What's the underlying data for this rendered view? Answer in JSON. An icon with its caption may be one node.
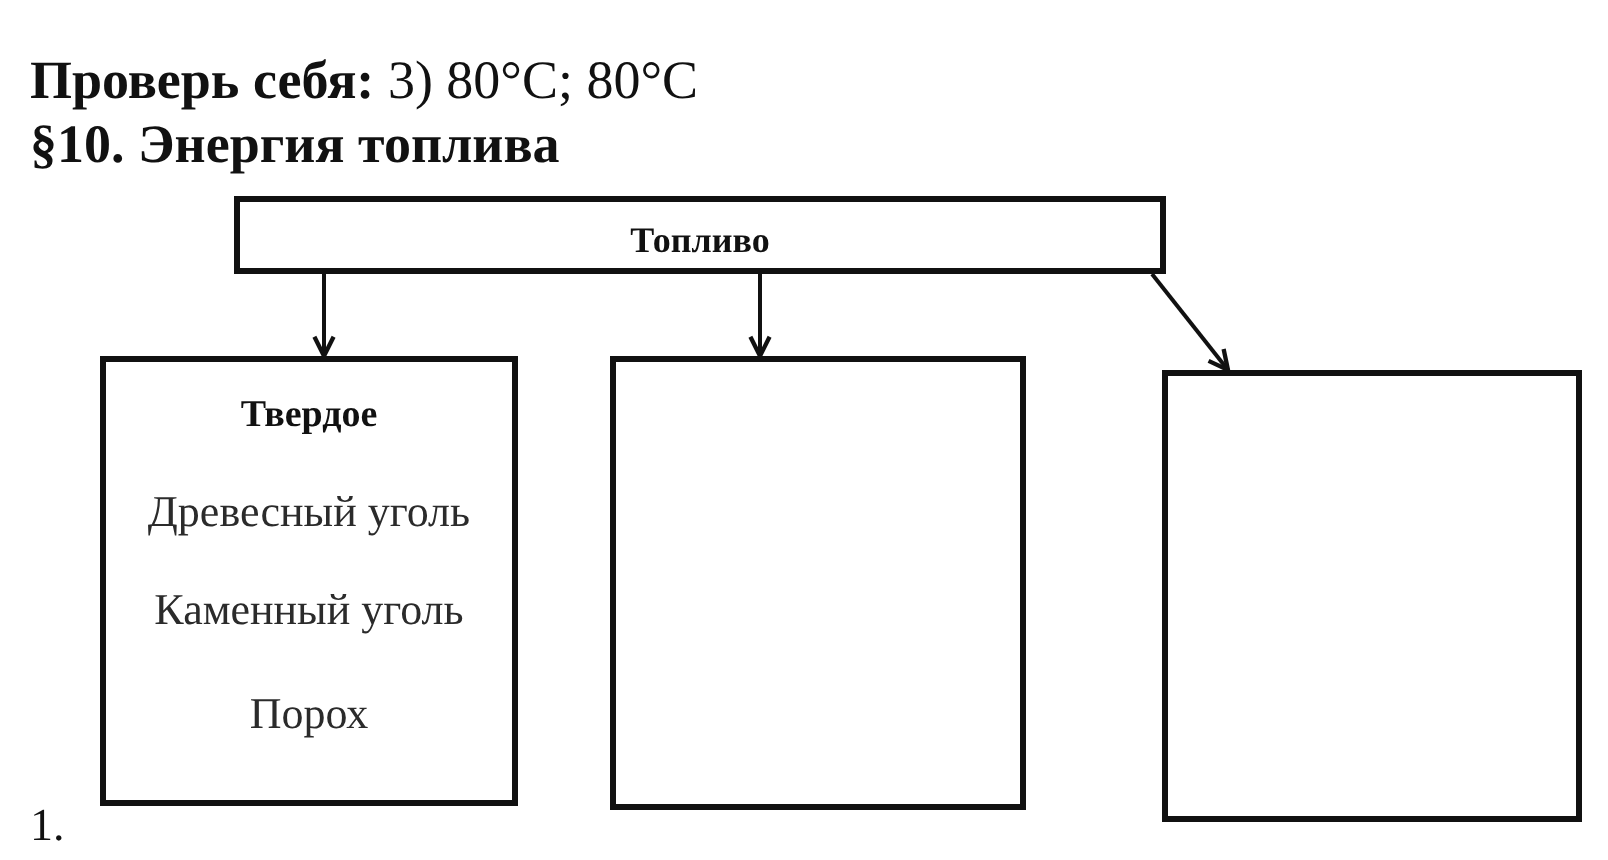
{
  "diagram": {
    "title": "§10. Энергия топлива",
    "nodes": [
      {
        "text": [
          "Топливо"
        ]
      },
      {
        "text": [
          "Твердое",
          "Древесный уголь",
          "Каменный уголь",
          "Порох"
        ]
      },
      {
        "text": [],
        "shape": "box"
      },
      {
        "text": [],
        "shape": "box"
      }
    ],
    "edges": [
      {
        "from": 0,
        "to": 1,
        "arrow": "to"
      },
      {
        "from": 0,
        "to": 2,
        "arrow": "to"
      },
      {
        "from": 0,
        "to": 3,
        "arrow": "to"
      }
    ],
    "labels": [
      "**Проверь себя:** 3) 80°C; 80°C",
      "1."
    ]
  }
}
